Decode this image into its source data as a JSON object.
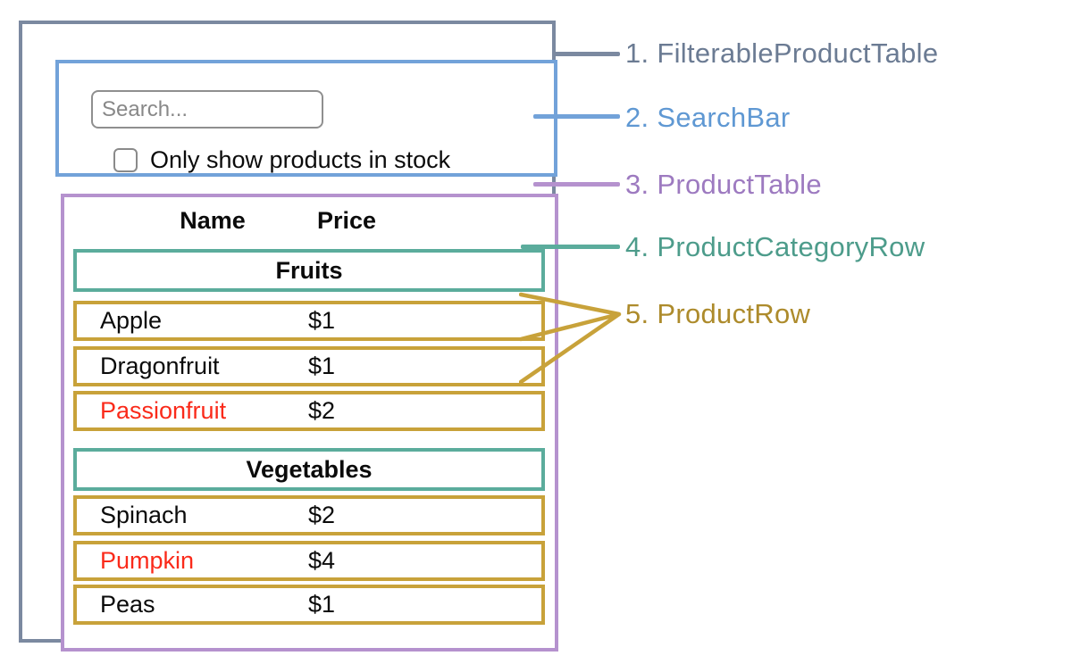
{
  "searchbar": {
    "placeholder": "Search...",
    "checkbox_label": "Only show products in stock",
    "checkbox_checked": false
  },
  "product_table": {
    "columns": {
      "name": "Name",
      "price": "Price"
    },
    "sections": [
      {
        "category": "Fruits",
        "rows": [
          {
            "name": "Apple",
            "price": "$1",
            "text_color": "#0b0b0b"
          },
          {
            "name": "Dragonfruit",
            "price": "$1",
            "text_color": "#0b0b0b"
          },
          {
            "name": "Passionfruit",
            "price": "$2",
            "text_color": "#fa2a1a"
          }
        ]
      },
      {
        "category": "Vegetables",
        "rows": [
          {
            "name": "Spinach",
            "price": "$2",
            "text_color": "#0b0b0b"
          },
          {
            "name": "Pumpkin",
            "price": "$4",
            "text_color": "#fa2a1a"
          },
          {
            "name": "Peas",
            "price": "$1",
            "text_color": "#0b0b0b"
          }
        ]
      }
    ]
  },
  "legend": [
    {
      "label": "1. FilterableProductTable",
      "color": "#6b7b93"
    },
    {
      "label": "2. SearchBar",
      "color": "#5f98d3"
    },
    {
      "label": "3. ProductTable",
      "color": "#9d7ac0"
    },
    {
      "label": "4. ProductCategoryRow",
      "color": "#4d9c8b"
    },
    {
      "label": "5. ProductRow",
      "color": "#ad8b2c"
    }
  ],
  "colors": {
    "filterable_product_table_border": "#7b89a0",
    "search_bar_border": "#72a2d9",
    "product_table_border": "#b592ce",
    "category_row_border": "#5bac9c",
    "product_row_border": "#c8a23a",
    "out_of_stock_text": "#fa2a1a"
  }
}
